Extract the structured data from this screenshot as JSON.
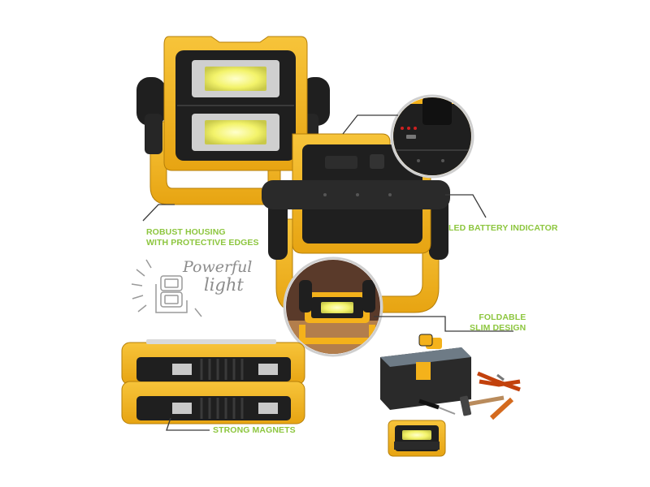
{
  "colors": {
    "accent_green": "#8dc63f",
    "housing_yellow": "#f4b21b",
    "housing_black": "#1f1f1f",
    "led_yellow": "#f3f36a",
    "leader_line": "#3a3a3a",
    "sketch_gray": "#9a9a9a"
  },
  "callouts": {
    "housing": {
      "line1": "ROBUST HOUSING",
      "line2": "WITH PROTECTIVE EDGES"
    },
    "battery": {
      "line1": "LED BATTERY INDICATOR"
    },
    "foldable": {
      "line1": "FOLDABLE",
      "line2": "SLIM DESIGN"
    },
    "magnets": {
      "line1": "STRONG MAGNETS"
    }
  },
  "badge": {
    "word1": "Powerful",
    "word2": "light"
  },
  "icons": [
    "work-light-icon",
    "toolbox-icon",
    "pliers-icon",
    "screwdriver-icon",
    "hammer-icon",
    "tape-measure-icon"
  ]
}
